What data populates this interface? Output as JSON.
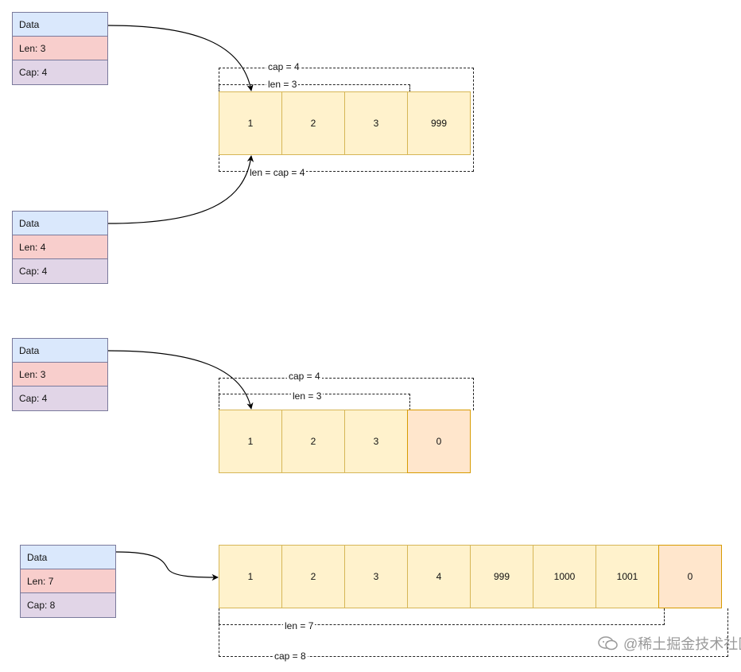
{
  "groups": [
    {
      "headers": [
        {
          "data": "Data",
          "len": "Len: 3",
          "cap": "Cap: 4"
        },
        {
          "data": "Data",
          "len": "Len: 4",
          "cap": "Cap: 4"
        }
      ],
      "cells": [
        "1",
        "2",
        "3",
        "999"
      ],
      "labels": {
        "cap": "cap = 4",
        "len": "len = 3",
        "bottom": "len =  cap = 4"
      }
    },
    {
      "headers": [
        {
          "data": "Data",
          "len": "Len: 3",
          "cap": "Cap: 4"
        }
      ],
      "cells": [
        "1",
        "2",
        "3",
        "0"
      ],
      "labels": {
        "cap": "cap = 4",
        "len": "len = 3"
      }
    },
    {
      "headers": [
        {
          "data": "Data",
          "len": "Len: 7",
          "cap": "Cap: 8"
        }
      ],
      "cells": [
        "1",
        "2",
        "3",
        "4",
        "999",
        "1000",
        "1001",
        "0"
      ],
      "labels": {
        "len": "len = 7",
        "cap": "cap = 8"
      }
    }
  ],
  "watermark": "@稀土掘金技术社区",
  "colors": {
    "data_row": "#dae8fc",
    "len_row": "#f8cecc",
    "cap_row": "#e1d5e7",
    "cell_fill": "#fff2cc",
    "cell_border": "#d6b656",
    "zero_fill": "#ffe6cc",
    "zero_border": "#d79b00"
  }
}
